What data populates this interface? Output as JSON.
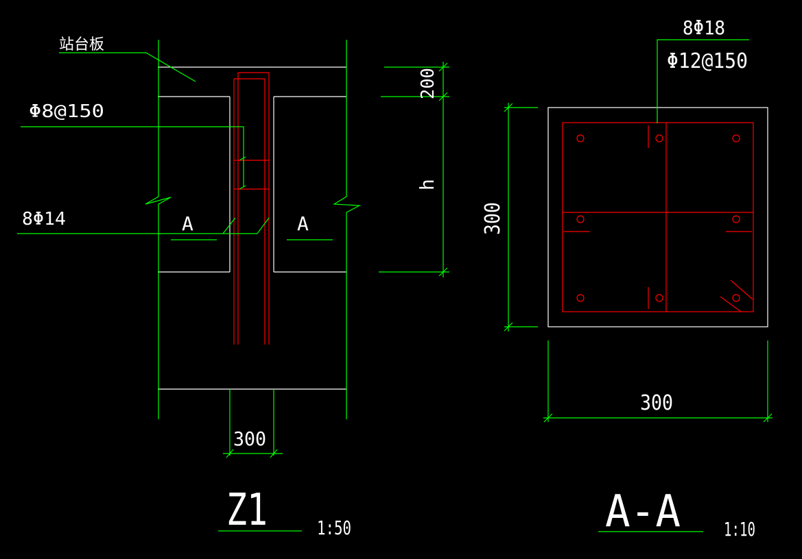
{
  "colors": {
    "background": "#000000",
    "outline": "#ffffff",
    "dimension": "#00ff00",
    "rebar": "#ff0000",
    "text": "#ffffff"
  },
  "z1_view": {
    "label_platform_slab": "站台板",
    "label_stirrup": "Φ8@150",
    "label_main_bars": "8Φ14",
    "section_mark_left": "A",
    "section_mark_right": "A",
    "dim_top_slab": "200",
    "dim_height": "h",
    "dim_width": "300",
    "title": "Z1",
    "scale": "1:50"
  },
  "section_view": {
    "label_main_bars": "8Φ18",
    "label_stirrup": "Φ12@150",
    "dim_height": "300",
    "dim_width": "300",
    "title": "A-A",
    "scale": "1:10"
  }
}
